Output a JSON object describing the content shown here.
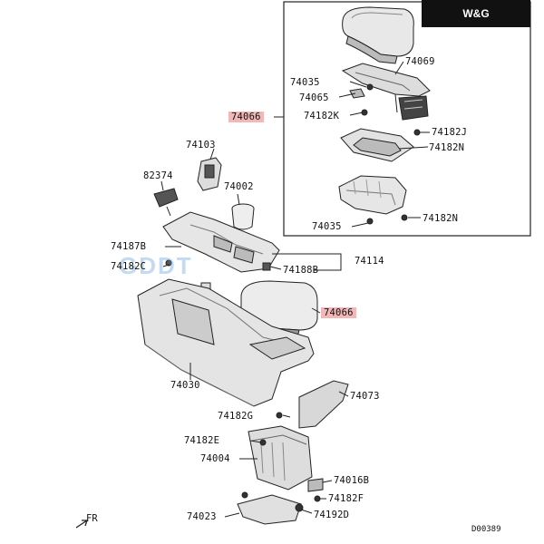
{
  "brand": "W&G",
  "watermark": "GDDT",
  "diagram_code": "D00389",
  "direction": "FR",
  "parts": {
    "p74069": "74069",
    "p74035a": "74035",
    "p74065": "74065",
    "p74182K": "74182K",
    "p74066a": "74066",
    "p74182J": "74182J",
    "p74182N_a": "74182N",
    "p74035b": "74035",
    "p74182N_b": "74182N",
    "p74103": "74103",
    "p82374": "82374",
    "p74002": "74002",
    "p74187B": "74187B",
    "p74182C": "74182C",
    "p74114": "74114",
    "p74188B": "74188B",
    "p74066b": "74066",
    "p74030": "74030",
    "p74073": "74073",
    "p74182G": "74182G",
    "p74182E": "74182E",
    "p74004": "74004",
    "p74016B": "74016B",
    "p74182F": "74182F",
    "p74023": "74023",
    "p74192D": "74192D"
  },
  "colors": {
    "highlight": "#f2b8b8",
    "line": "#222222",
    "part_fill": "#e4e4e4",
    "dark_fill": "#555555"
  }
}
